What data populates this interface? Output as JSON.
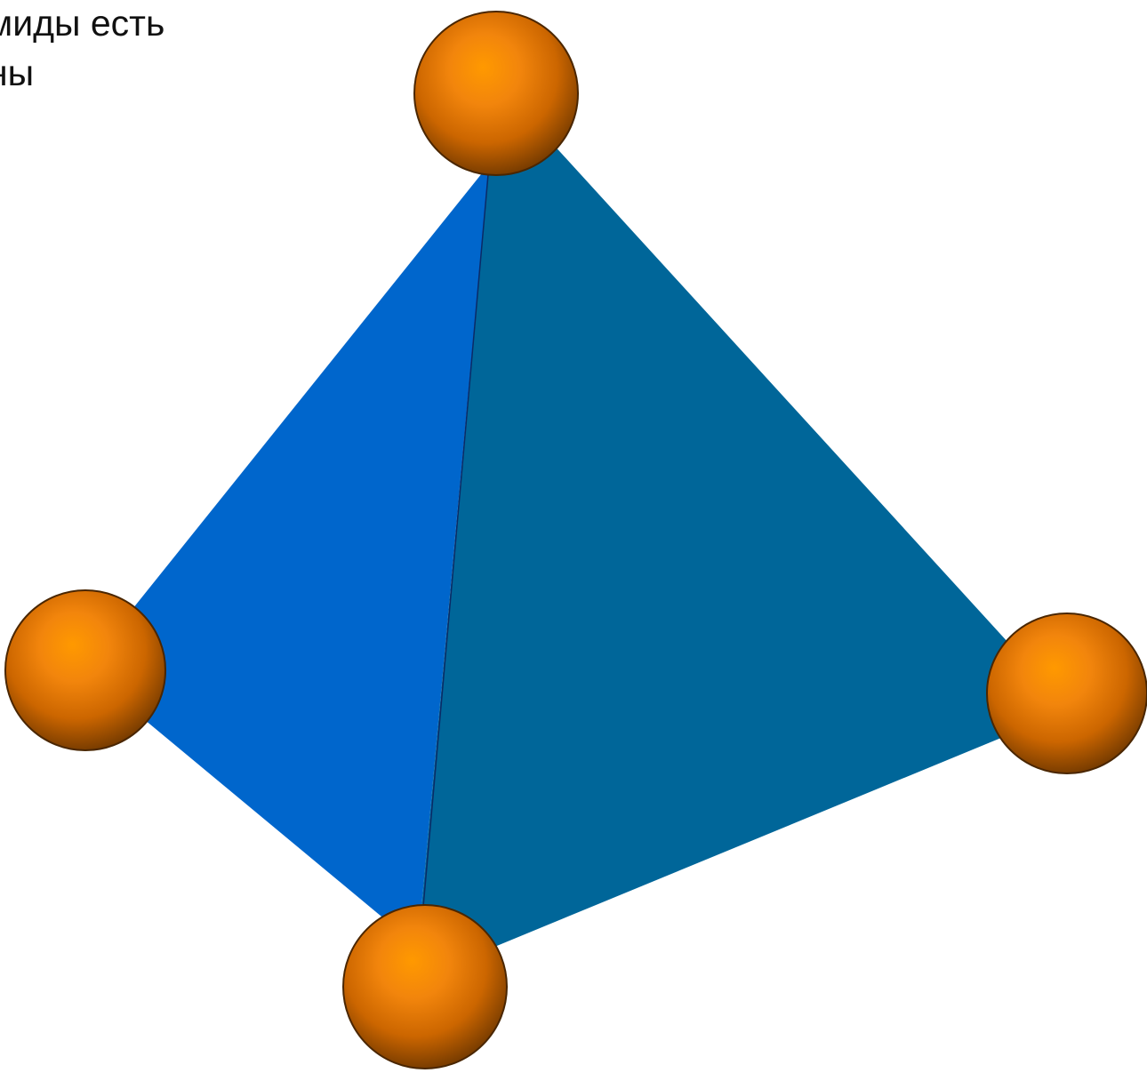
{
  "caption": {
    "line1": "миды есть",
    "line2": "ны"
  },
  "figure": {
    "faces": [
      {
        "name": "left-face",
        "color": "#0066CC"
      },
      {
        "name": "right-face",
        "color": "#006699"
      }
    ],
    "edge_color": "#0B2A66",
    "vertex_sphere": {
      "highlight": "#FF9900",
      "mid": "#F2850C",
      "base": "#CC6600",
      "shadow": "#7A3D00",
      "rim": "#4A2600"
    },
    "vertices": [
      "top",
      "left",
      "right",
      "bottom"
    ]
  }
}
